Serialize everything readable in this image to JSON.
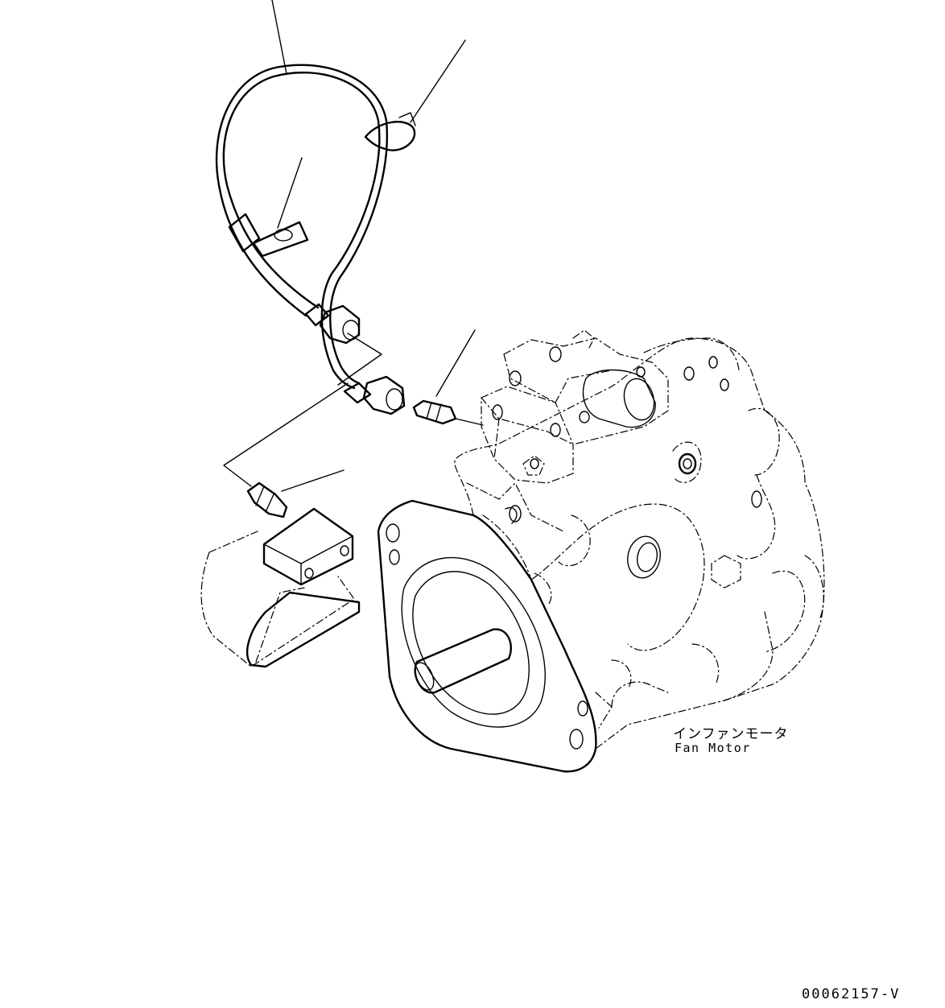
{
  "labels": {
    "component_jp": "インファンモータ",
    "component_en": "Fan Motor"
  },
  "drawing_number": "00062157-V"
}
